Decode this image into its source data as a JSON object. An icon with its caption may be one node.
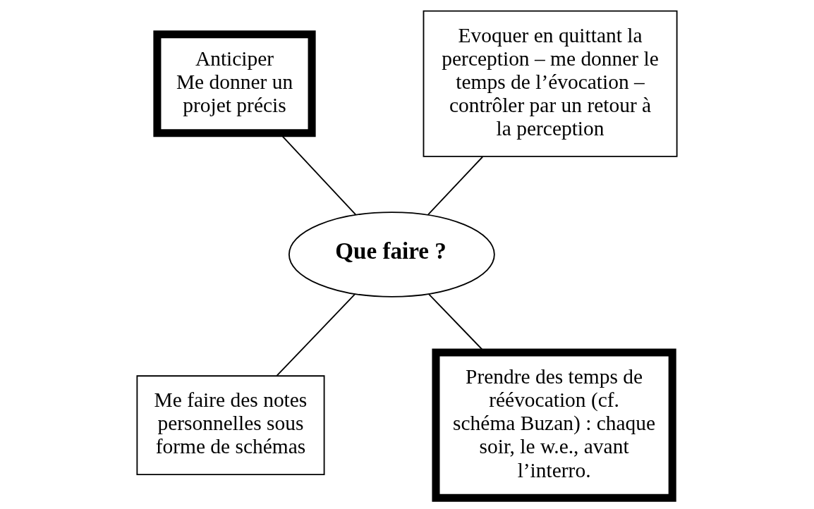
{
  "diagram": {
    "nodes": [
      {
        "text": [
          "Anticiper",
          "Me donner un projet précis"
        ]
      },
      {
        "text": [
          "Evoquer en quittant la perception – me donner le temps de l’évocation – contrôler par un retour à la perception"
        ]
      },
      {
        "text": [
          "Que faire ?"
        ]
      },
      {
        "text": [
          "Me faire des notes personnelles sous forme de schémas"
        ]
      },
      {
        "text": [
          "Prendre des temps de réévocation (cf. schéma Buzan) : chaque soir, le w.e., avant l’interro."
        ]
      }
    ],
    "edges": [
      {
        "from": 0,
        "to": 2,
        "arrow": "none"
      },
      {
        "from": 1,
        "to": 2,
        "arrow": "none"
      },
      {
        "from": 2,
        "to": 3,
        "arrow": "none"
      },
      {
        "from": 2,
        "to": 4,
        "arrow": "none"
      }
    ]
  }
}
